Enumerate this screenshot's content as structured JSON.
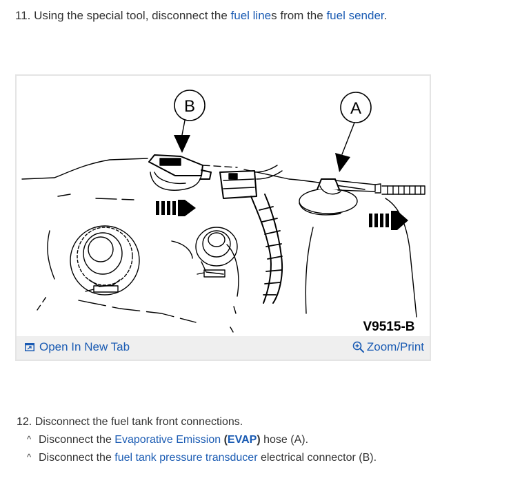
{
  "step11": {
    "number": "11.",
    "text_before": "Using the special tool, disconnect the",
    "link_fuel_lines": "fuel line",
    "text_middle": "s from the",
    "link_fuel_sender": "fuel sender",
    "text_end": "."
  },
  "figure": {
    "callout_a": "A",
    "callout_b": "B",
    "figure_code": "V9515-B",
    "open_tab_label": "Open In New Tab",
    "zoom_print_label": "Zoom/Print"
  },
  "step12": {
    "number": "12.",
    "text": "Disconnect the fuel tank front connections.",
    "bullet_glyph": "^",
    "bullets": [
      {
        "text_before": "Disconnect the",
        "link": "Evaporative Emission",
        "open_paren": "(",
        "link_bold": "EVAP",
        "close_paren": ")",
        "text_after": "hose (A)."
      },
      {
        "text_before": "Disconnect the",
        "link": "fuel tank pressure transducer",
        "text_after": "electrical connector (B)."
      }
    ]
  }
}
